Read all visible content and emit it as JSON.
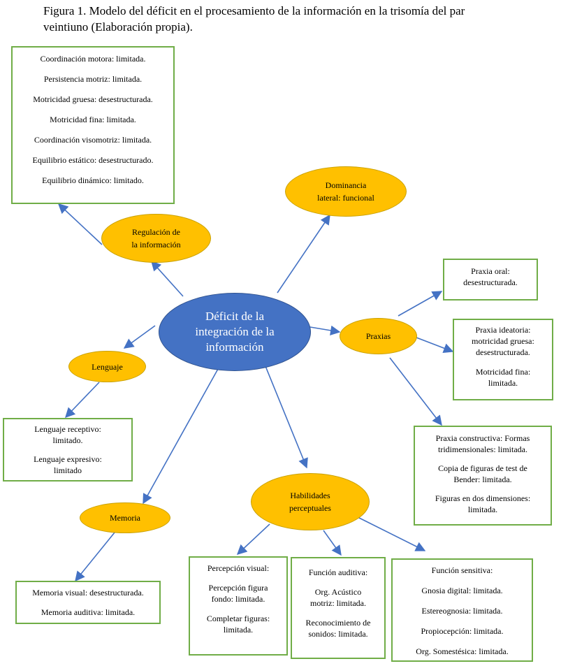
{
  "caption": {
    "line1": "Figura 1. Modelo del déficit en el procesamiento de la información en la trisomía del par",
    "line2": "veintiuno (Elaboración propia)."
  },
  "center": {
    "line1": "Déficit de la",
    "line2": "integración de la",
    "line3": "información"
  },
  "nodes": {
    "regulacion": {
      "line1": "Regulación de",
      "line2": "la información"
    },
    "dominancia": {
      "line1": "Dominancia",
      "line2": "lateral: funcional"
    },
    "praxias": {
      "label": "Praxias"
    },
    "lenguaje": {
      "label": "Lenguaje"
    },
    "memoria": {
      "label": "Memoria"
    },
    "habilidades": {
      "line1": "Habilidades",
      "line2": "perceptuales"
    }
  },
  "boxes": {
    "motor": [
      "Coordinación motora: limitada.",
      "Persistencia motriz: limitada.",
      "Motricidad gruesa: desestructurada.",
      "Motricidad fina: limitada.",
      "Coordinación visomotriz: limitada.",
      "Equilibrio estático: desestructurado.",
      "Equilibrio dinámico: limitado."
    ],
    "praxia_oral": {
      "line1": "Praxia oral:",
      "line2": "desestructurada."
    },
    "praxia_ideatoria": {
      "line1": "Praxia ideatoria:",
      "line2": "motricidad gruesa:",
      "line3": "desestructurada.",
      "line4": "Motricidad fina:",
      "line5": "limitada."
    },
    "praxia_constructiva": {
      "line1": "Praxia constructiva: Formas",
      "line2": "tridimensionales: limitada.",
      "line3": "Copia de figuras de test de",
      "line4": "Bender: limitada.",
      "line5": "Figuras en dos dimensiones:",
      "line6": "limitada."
    },
    "lenguaje": {
      "line1": "Lenguaje receptivo:",
      "line2": "limitado.",
      "line3": "Lenguaje expresivo:",
      "line4": "limitado"
    },
    "memoria": {
      "line1": "Memoria visual: desestructurada.",
      "line2": "Memoria auditiva: limitada."
    },
    "percepcion_visual": {
      "title": "Percepción visual:",
      "line1": "Percepción figura",
      "line2": "fondo: limitada.",
      "line3": "Completar figuras:",
      "line4": "limitada."
    },
    "funcion_auditiva": {
      "title": "Función auditiva:",
      "line1": "Org. Acústico",
      "line2": "motriz: limitada.",
      "line3": "Reconocimiento de",
      "line4": "sonidos: limitada."
    },
    "funcion_sensitiva": {
      "title": "Función sensitiva:",
      "line1": "Gnosia digital: limitada.",
      "line2": "Estereognosia: limitada.",
      "line3": "Propiocepción: limitada.",
      "line4": "Org. Somestésica: limitada."
    }
  },
  "colors": {
    "central_fill": "#4472c4",
    "node_fill": "#ffc000",
    "box_border": "#70ad47",
    "arrow": "#4472c4"
  }
}
